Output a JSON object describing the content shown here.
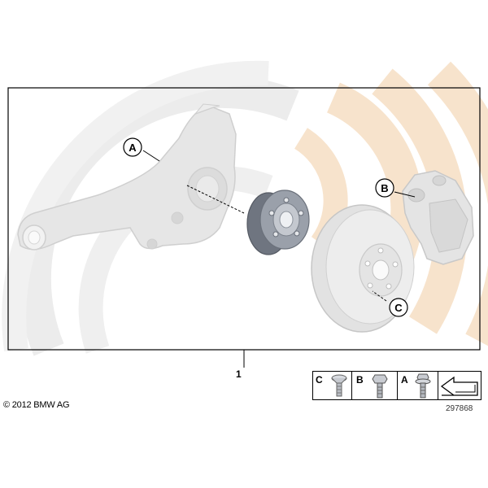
{
  "diagram": {
    "callouts": [
      {
        "id": "a",
        "letter": "A"
      },
      {
        "id": "b",
        "letter": "B"
      },
      {
        "id": "c",
        "letter": "C"
      }
    ],
    "reference_number": "1",
    "legend": {
      "items": [
        {
          "letter": "C",
          "icon": "countersunk-screw-icon"
        },
        {
          "letter": "B",
          "icon": "hex-bolt-icon"
        },
        {
          "letter": "A",
          "icon": "flange-bolt-icon"
        }
      ],
      "arrow_icon": "repair-kit-arrow-icon"
    },
    "copyright": "© 2012 BMW AG",
    "part_number": "297868"
  },
  "colors": {
    "watermark_orange": "#f7e3cc",
    "watermark_gray": "#eeeeee",
    "part_fill": "#e6e6e6",
    "part_stroke": "#cfcfcf",
    "hub_dark": "#8a8f99",
    "frame": "#000000"
  }
}
